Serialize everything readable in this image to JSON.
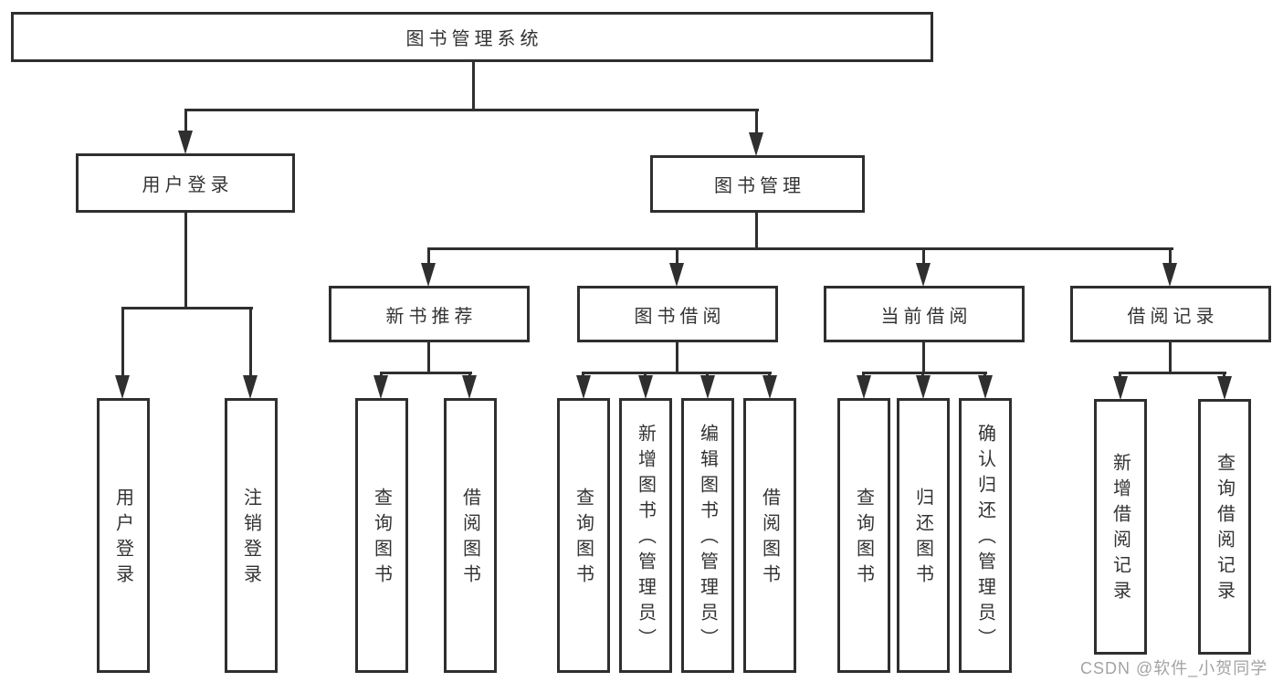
{
  "colors": {
    "line": "#2f2f2f",
    "text": "#333333",
    "box_background": "#ffffff",
    "watermark": "#a3a3a3"
  },
  "watermark": {
    "text": "CSDN @软件_小贺同学"
  },
  "diagram": {
    "tree": {
      "root": {
        "label": "图书管理系统"
      },
      "branches": [
        {
          "label": "用户登录",
          "children": [
            {
              "label": "用户登录"
            },
            {
              "label": "注销登录"
            }
          ]
        },
        {
          "label": "图书管理",
          "children": [
            {
              "label": "新书推荐",
              "children": [
                {
                  "label": "查询图书"
                },
                {
                  "label": "借阅图书"
                }
              ]
            },
            {
              "label": "图书借阅",
              "children": [
                {
                  "label": "查询图书"
                },
                {
                  "label": "新增图书（管理员）"
                },
                {
                  "label": "编辑图书（管理员）"
                },
                {
                  "label": "借阅图书"
                }
              ]
            },
            {
              "label": "当前借阅",
              "children": [
                {
                  "label": "查询图书"
                },
                {
                  "label": "归还图书"
                },
                {
                  "label": "确认归还（管理员）"
                }
              ]
            },
            {
              "label": "借阅记录",
              "children": [
                {
                  "label": "新增借阅记录"
                },
                {
                  "label": "查询借阅记录"
                }
              ]
            }
          ]
        }
      ]
    }
  }
}
